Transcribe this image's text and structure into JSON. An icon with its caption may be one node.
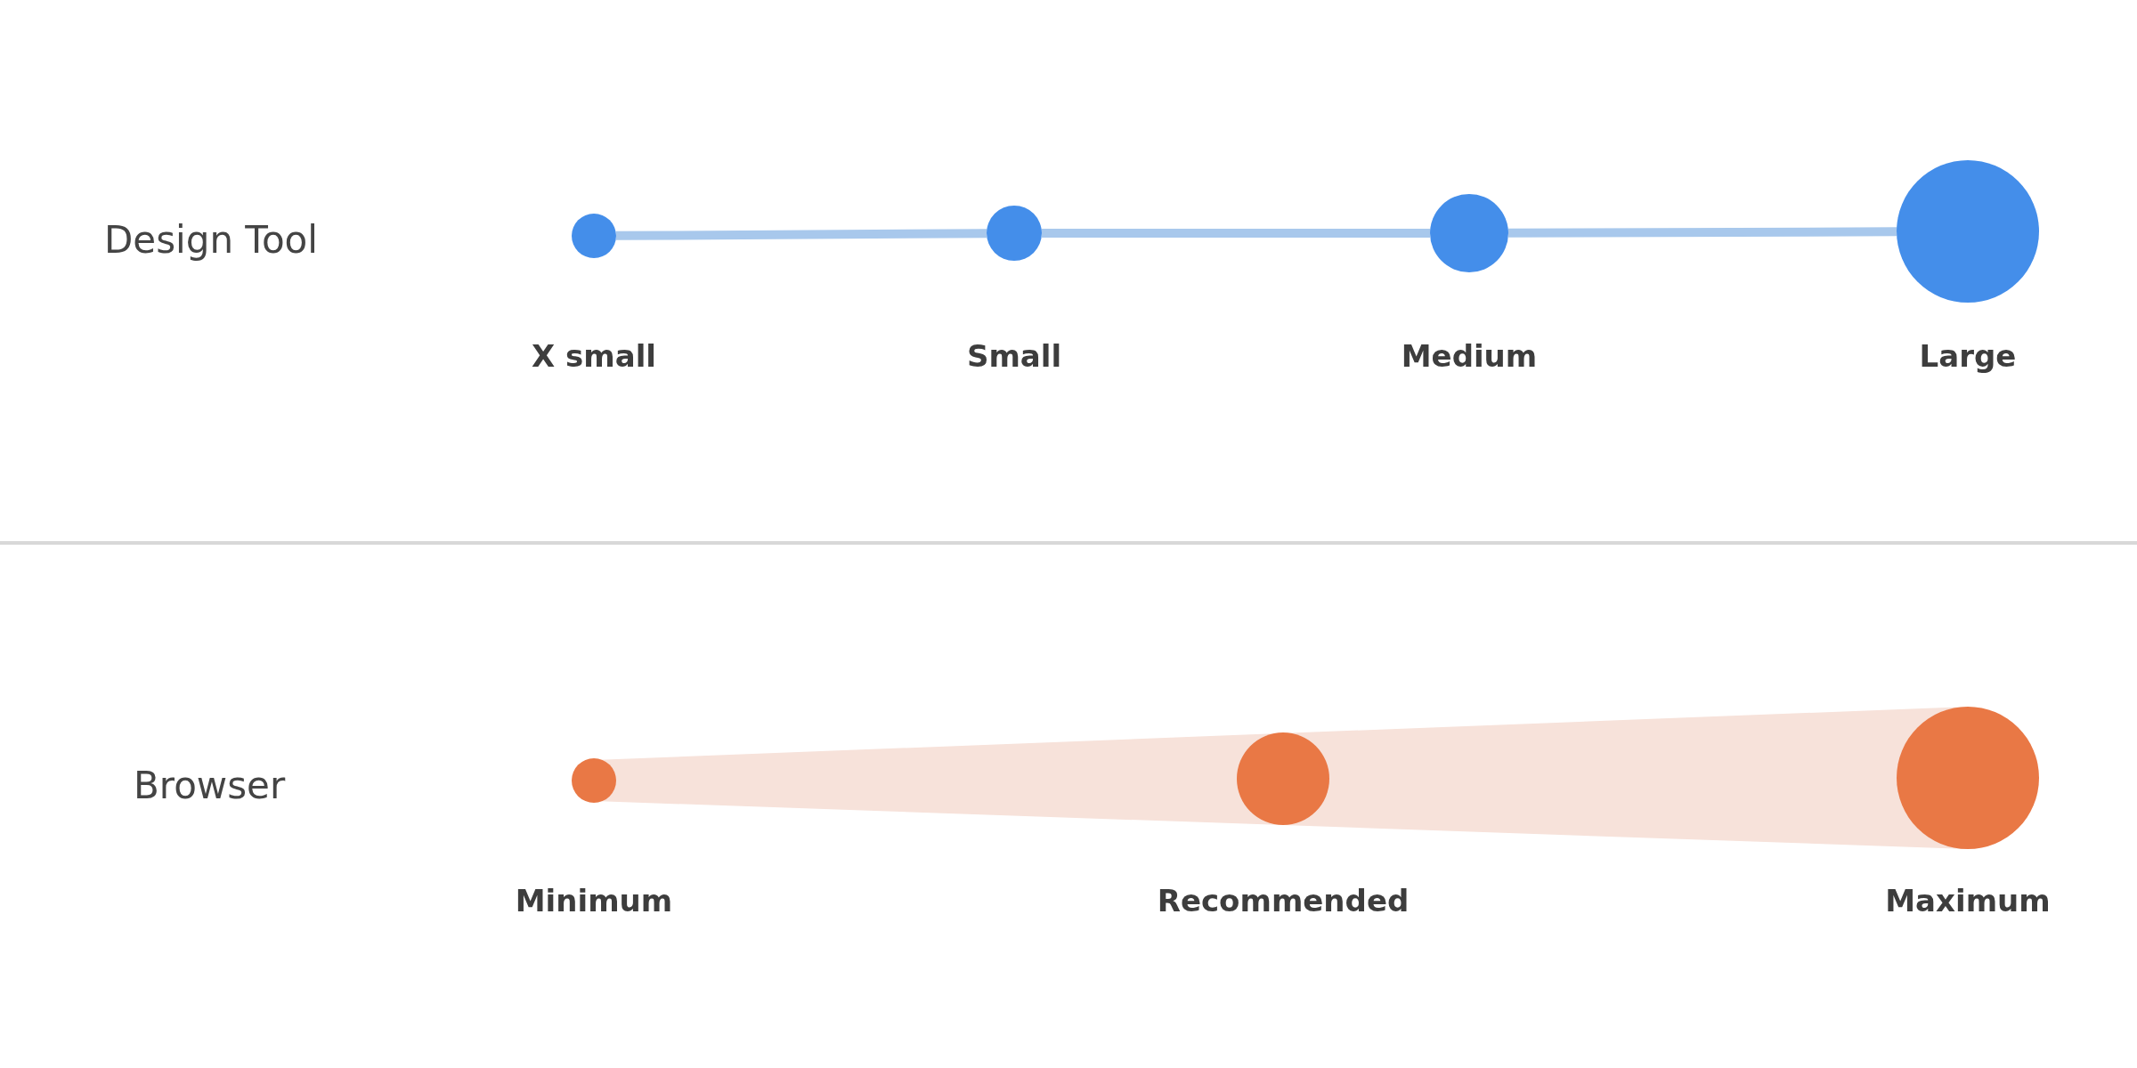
{
  "diagram": {
    "nodes": [
      {
        "text": [
          "X small"
        ]
      },
      {
        "text": [
          "Small"
        ]
      },
      {
        "text": [
          "Medium"
        ]
      },
      {
        "text": [
          "Large"
        ]
      },
      {
        "text": [
          "Minimum"
        ]
      },
      {
        "text": [
          "Recommended"
        ]
      },
      {
        "text": [
          "Maximum"
        ]
      }
    ],
    "edges": [
      {
        "from": 0,
        "to": 1,
        "arrow": "none"
      },
      {
        "from": 1,
        "to": 2,
        "arrow": "none"
      },
      {
        "from": 2,
        "to": 3,
        "arrow": "none"
      }
    ],
    "labels": [
      "Design Tool",
      "Browser"
    ]
  }
}
